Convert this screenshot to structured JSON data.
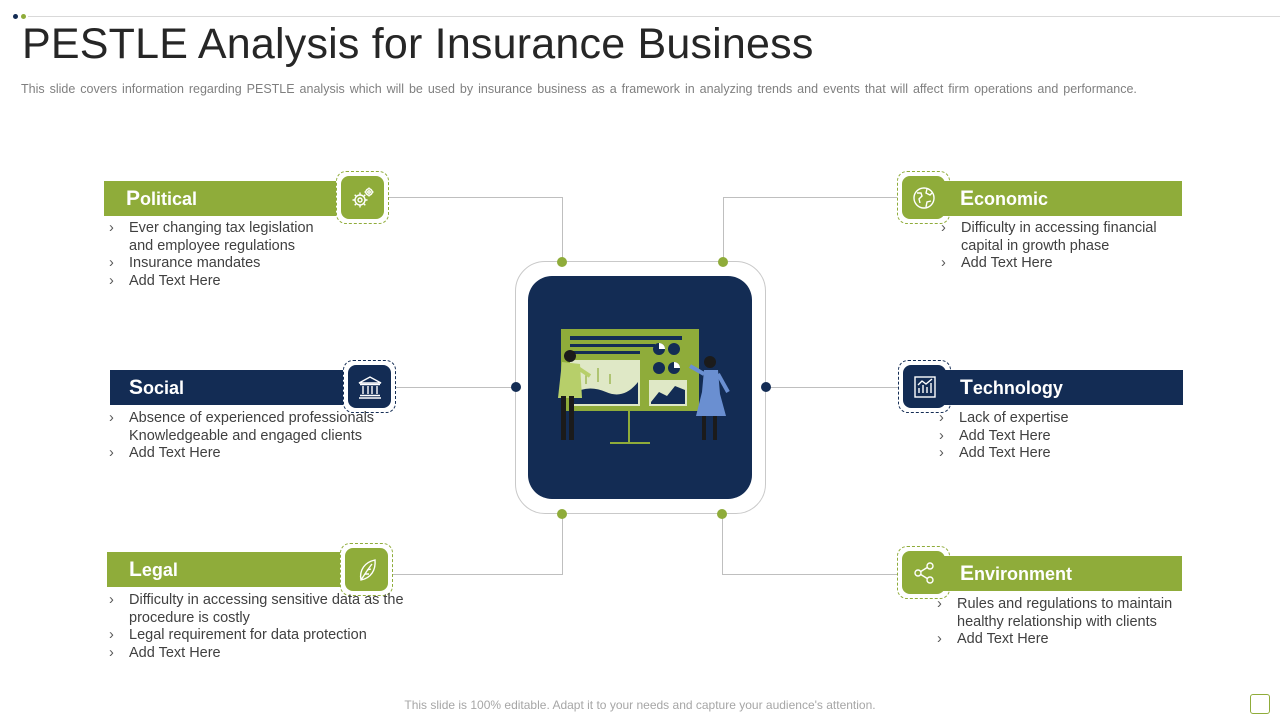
{
  "header": {
    "title": "PESTLE Analysis for Insurance Business",
    "subtitle": "This slide covers information regarding  PESTLE analysis which will be used by insurance business as a framework  in analyzing trends and events that will affect firm operations and performance."
  },
  "colors": {
    "green": "#8fac3a",
    "navy": "#132c54",
    "line": "#bfbfbf"
  },
  "sections": {
    "political": {
      "title": "Political",
      "icon": "gears-icon",
      "items": [
        "Ever changing tax legislation and employee regulations",
        "Insurance mandates",
        "Add Text Here"
      ]
    },
    "social": {
      "title": "Social",
      "icon": "bank-icon",
      "items": [
        "Absence of experienced professionals Knowledgeable and engaged clients",
        "Add Text Here"
      ]
    },
    "legal": {
      "title": "Legal",
      "icon": "leaf-icon",
      "items": [
        "Difficulty in accessing sensitive data as the procedure is costly",
        "Legal requirement for data protection",
        "Add Text Here"
      ]
    },
    "economic": {
      "title": "Economic",
      "icon": "globe-icon",
      "items": [
        "Difficulty in accessing financial capital in growth phase",
        "Add Text Here"
      ]
    },
    "technology": {
      "title": "Technology",
      "icon": "bar-chart-icon",
      "items": [
        "Lack of expertise",
        "Add Text Here",
        "Add Text Here"
      ]
    },
    "environment": {
      "title": "Environment",
      "icon": "share-icon",
      "items": [
        "Rules and regulations to maintain healthy relationship with clients",
        "Add Text Here"
      ]
    }
  },
  "center": {
    "illustration": "presentation-illustration"
  },
  "footer": {
    "text": "This slide is 100% editable. Adapt it to your needs and capture your audience's attention."
  }
}
